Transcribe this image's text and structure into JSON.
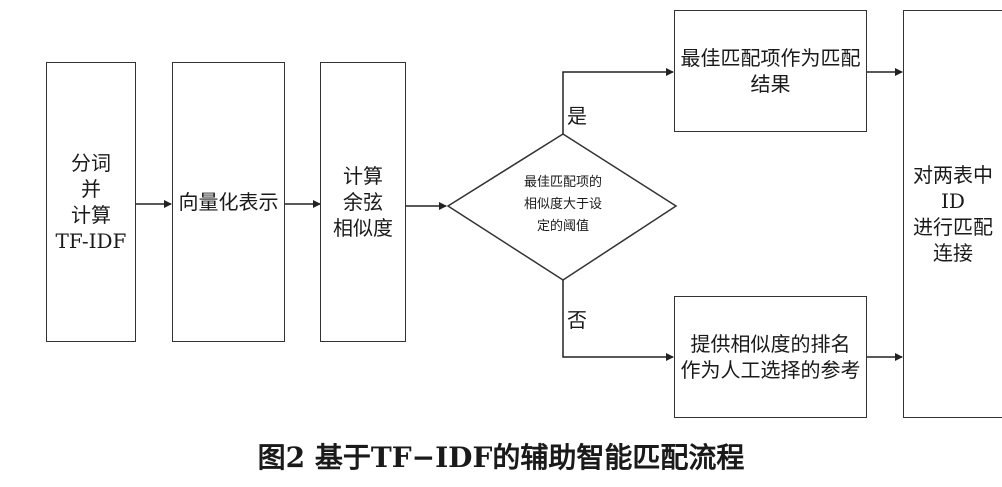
{
  "steps": {
    "tokenize": "分词\n并\n计算\nTF-IDF",
    "vectorize": "向量化表示",
    "cosine": "计算\n余弦\n相似度",
    "decision": "最佳匹配项的\n相似度大于设\n定的阈值",
    "best_match": "最佳匹配项作为匹配\n结果",
    "manual": "提供相似度的排名\n作为人工选择的参考",
    "connect": "对两表中\nID\n进行匹配\n连接"
  },
  "branches": {
    "yes": "是",
    "no": "否"
  },
  "caption": "图2   基于TF−IDF的辅助智能匹配流程"
}
